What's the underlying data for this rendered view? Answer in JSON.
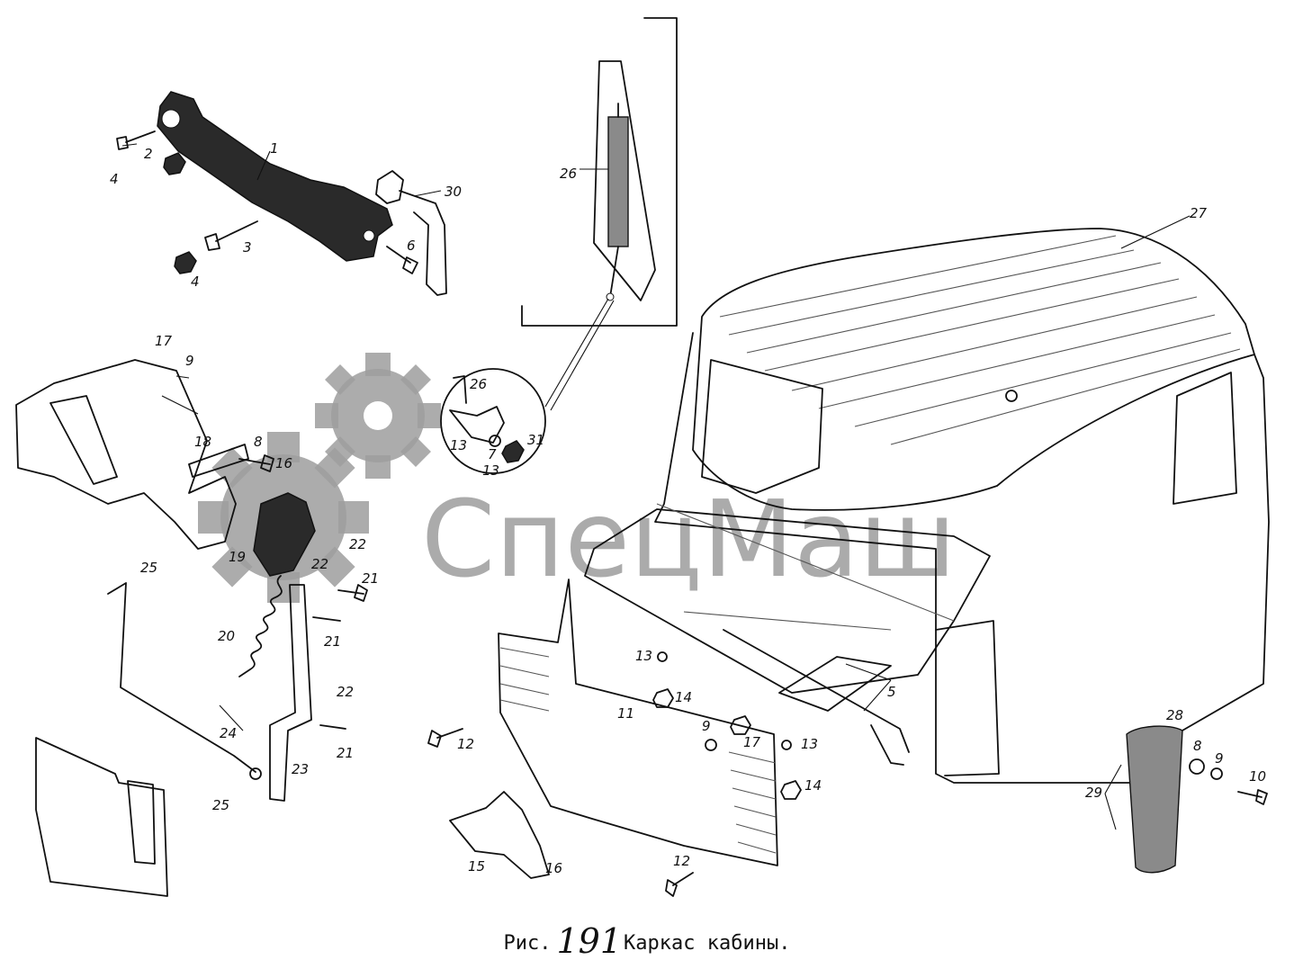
{
  "watermark": {
    "text": "СпецМаш"
  },
  "caption": {
    "prefix": "Рис.",
    "number": "191",
    "title": "Каркас кабины."
  },
  "callouts": [
    {
      "id": "c1",
      "label": "1"
    },
    {
      "id": "c2",
      "label": "2"
    },
    {
      "id": "c3",
      "label": "3"
    },
    {
      "id": "c4a",
      "label": "4"
    },
    {
      "id": "c4b",
      "label": "4"
    },
    {
      "id": "c5",
      "label": "5"
    },
    {
      "id": "c6",
      "label": "6"
    },
    {
      "id": "c30",
      "label": "30"
    },
    {
      "id": "c26a",
      "label": "26"
    },
    {
      "id": "c26b",
      "label": "26"
    },
    {
      "id": "c13a",
      "label": "13"
    },
    {
      "id": "c13b",
      "label": "13"
    },
    {
      "id": "c7",
      "label": "7"
    },
    {
      "id": "c31",
      "label": "31"
    },
    {
      "id": "c27",
      "label": "27"
    },
    {
      "id": "c17a",
      "label": "17"
    },
    {
      "id": "c9a",
      "label": "9"
    },
    {
      "id": "c18",
      "label": "18"
    },
    {
      "id": "c8a",
      "label": "8"
    },
    {
      "id": "c16a",
      "label": "16"
    },
    {
      "id": "c19",
      "label": "19"
    },
    {
      "id": "c22a",
      "label": "22"
    },
    {
      "id": "c22b",
      "label": "22"
    },
    {
      "id": "c22c",
      "label": "22"
    },
    {
      "id": "c21a",
      "label": "21"
    },
    {
      "id": "c21b",
      "label": "21"
    },
    {
      "id": "c21c",
      "label": "21"
    },
    {
      "id": "c25a",
      "label": "25"
    },
    {
      "id": "c25b",
      "label": "25"
    },
    {
      "id": "c20",
      "label": "20"
    },
    {
      "id": "c24",
      "label": "24"
    },
    {
      "id": "c23",
      "label": "23"
    },
    {
      "id": "c13c",
      "label": "13"
    },
    {
      "id": "c14a",
      "label": "14"
    },
    {
      "id": "c11",
      "label": "11"
    },
    {
      "id": "c12a",
      "label": "12"
    },
    {
      "id": "c12b",
      "label": "12"
    },
    {
      "id": "c9b",
      "label": "9"
    },
    {
      "id": "c17b",
      "label": "17"
    },
    {
      "id": "c13d",
      "label": "13"
    },
    {
      "id": "c14b",
      "label": "14"
    },
    {
      "id": "c15",
      "label": "15"
    },
    {
      "id": "c16b",
      "label": "16"
    },
    {
      "id": "c28",
      "label": "28"
    },
    {
      "id": "c8b",
      "label": "8"
    },
    {
      "id": "c9c",
      "label": "9"
    },
    {
      "id": "c10",
      "label": "10"
    },
    {
      "id": "c29",
      "label": "29"
    }
  ]
}
